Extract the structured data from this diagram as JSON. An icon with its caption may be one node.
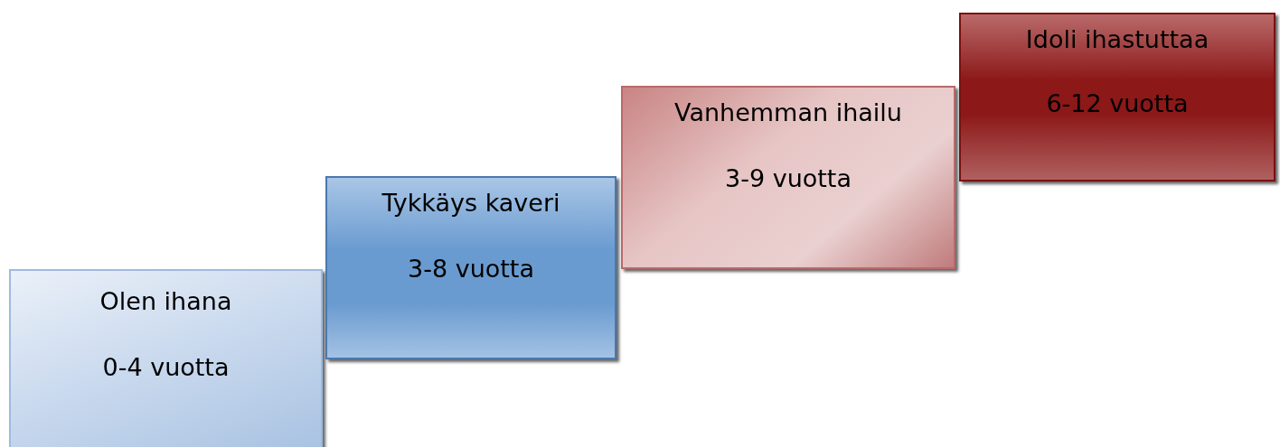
{
  "diagram": {
    "nodes": [
      {
        "text": [
          "Olen ihana",
          "0-4 vuotta"
        ]
      },
      {
        "text": [
          "Tykkäys kaveri",
          "3-8 vuotta"
        ]
      },
      {
        "text": [
          "Vanhemman ihailu",
          "3-9 vuotta"
        ]
      },
      {
        "text": [
          "Idoli ihastuttaa",
          "6-12 vuotta"
        ]
      }
    ]
  }
}
